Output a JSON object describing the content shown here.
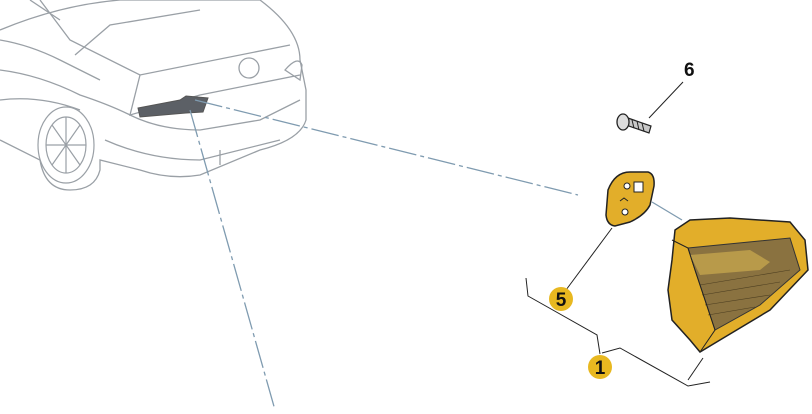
{
  "diagram": {
    "callouts": {
      "part_6": "6",
      "part_5": "5",
      "part_1": "1"
    },
    "colors": {
      "accent_yellow": "#e8b820",
      "part_yellow": "#e2ae2a",
      "leader_blue": "#7f9bb0",
      "outline": "#9aa0a6"
    }
  }
}
